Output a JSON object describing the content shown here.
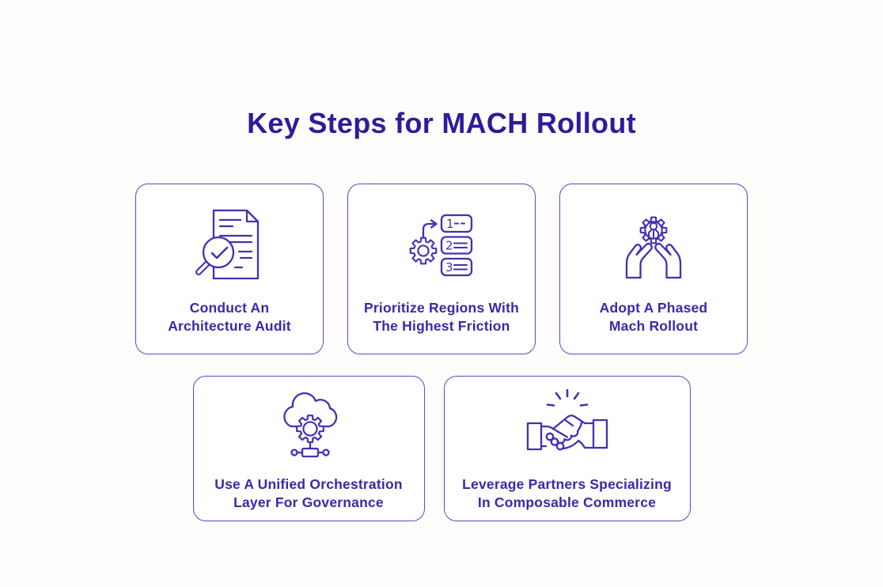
{
  "page": {
    "title": "Key Steps for MACH Rollout",
    "title_color": "#2D1C9C",
    "label_color": "#3A28AC",
    "card_border_color": "#5B49C7",
    "icon_stroke_color": "#4231B4",
    "background_color": "#FEFDFC"
  },
  "cards": [
    {
      "id": "architecture-audit",
      "icon": "document-magnifier-check-icon",
      "lines": [
        "Conduct An",
        "Architecture Audit"
      ]
    },
    {
      "id": "prioritize-regions",
      "icon": "gear-numbered-list-icon",
      "list_numbers": [
        "1",
        "2",
        "3"
      ],
      "lines": [
        "Prioritize Regions With",
        "The Highest Friction"
      ]
    },
    {
      "id": "phased-rollout",
      "icon": "hands-holding-gear-icon",
      "lines": [
        "Adopt A Phased",
        "Mach Rollout"
      ]
    },
    {
      "id": "orchestration-layer",
      "icon": "cloud-gear-network-icon",
      "lines": [
        "Use A Unified Orchestration",
        "Layer For Governance"
      ]
    },
    {
      "id": "composable-partners",
      "icon": "handshake-icon",
      "lines": [
        "Leverage Partners Specializing",
        "In Composable Commerce"
      ]
    }
  ]
}
